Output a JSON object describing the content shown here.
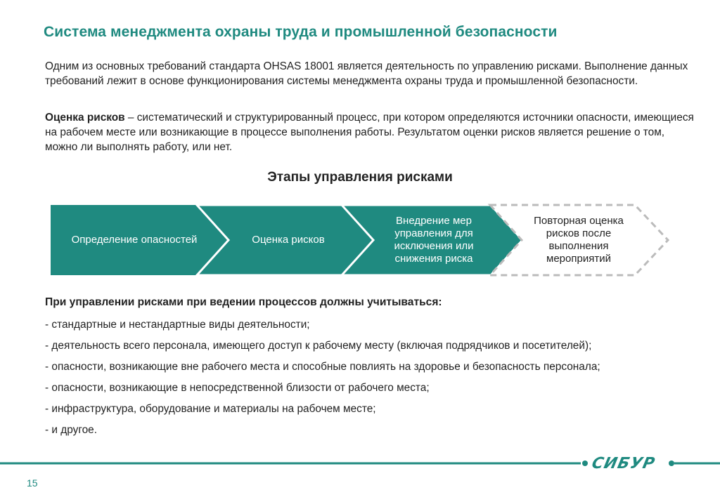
{
  "header": {
    "title": "Система менеджмента охраны труда и промышленной безопасности"
  },
  "intro": {
    "paragraph1": "Одним из основных требований стандарта OHSAS 18001 является деятельность по управлению рисками. Выполнение данных требований лежит в основе функционирования системы менеджмента охраны труда и промышленной безопасности.",
    "term": "Оценка рисков",
    "definition": " – систематический и структурированный процесс, при котором определяются источники опасности, имеющиеся на рабочем месте или возникающие в процессе выполнения работы. Результатом оценки рисков является решение о том, можно ли выполнять работу, или нет."
  },
  "stages": {
    "title": "Этапы управления рисками",
    "items": [
      {
        "label": "Определение опасностей"
      },
      {
        "label": "Оценка рисков"
      },
      {
        "label": "Внедрение мер управления для исключения или снижения риска"
      },
      {
        "label": "Повторная оценка рисков после выполнения мероприятий"
      }
    ],
    "colors": {
      "fill": "#1f8a80",
      "dashed": "#bbbbbb"
    }
  },
  "considerations": {
    "heading": "При управлении рисками при ведении процессов должны учитываться:",
    "items": [
      "- стандартные и нестандартные виды деятельности;",
      "- деятельность всего персонала, имеющего доступ к рабочему месту (включая подрядчиков и посетителей);",
      "- опасности, возникающие вне рабочего места и способные повлиять на здоровье и безопасность персонала;",
      "- опасности, возникающие в непосредственной близости от рабочего места;",
      "- инфраструктура, оборудование и материалы на рабочем месте;",
      "- и другое."
    ]
  },
  "footer": {
    "page_number": "15",
    "logo_text": "СИБУР"
  }
}
